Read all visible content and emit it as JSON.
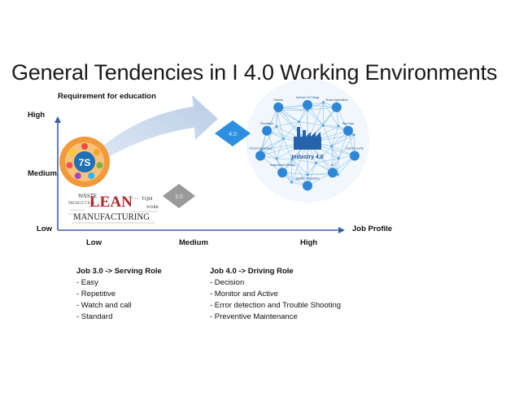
{
  "slide": {
    "title": "General Tendencies in I 4.0 Working Environments"
  },
  "axes": {
    "y_title": "Requirement for education",
    "y_levels": [
      "High",
      "Medium",
      "Low"
    ],
    "x_title": "Job Profile",
    "x_levels": [
      "Low",
      "Medium",
      "High"
    ]
  },
  "markers": {
    "job30": "3.0",
    "job40": "4.0"
  },
  "images": {
    "seven_s_label": "7S",
    "lean_word": "LEAN",
    "manufacturing_word": "MANUFACTURING",
    "waste_word": "WASTE",
    "production_word": "PRODUCTION",
    "tqm_word": "TQM",
    "work_word": "WORK",
    "industry_label": "Industry 4.0",
    "network_nodes": [
      "Internet Of Things",
      "Smart Agriculture",
      "Big Data",
      "Cybersecurity",
      "5G",
      "System Integration",
      "Augmented Reality",
      "Cloud Computing",
      "Simulation",
      "Robots"
    ]
  },
  "jobs": {
    "job30": {
      "heading": "Job 3.0 -> Serving Role",
      "items": [
        "- Easy",
        "- Repetitive",
        "- Watch and call",
        "- Standard"
      ]
    },
    "job40": {
      "heading": "Job 4.0 -> Driving Role",
      "items": [
        "- Decision",
        "- Monitor and Active",
        "- Error detection and Trouble Shooting",
        "- Preventive Maintenance"
      ]
    }
  },
  "colors": {
    "axis": "#3b5ea8",
    "arrow": "#c5d5ea",
    "diamond40": "#2d8fe0",
    "diamond30": "#9a9a9a",
    "lean_red": "#b3232a",
    "network_blue": "#2e86d6"
  }
}
